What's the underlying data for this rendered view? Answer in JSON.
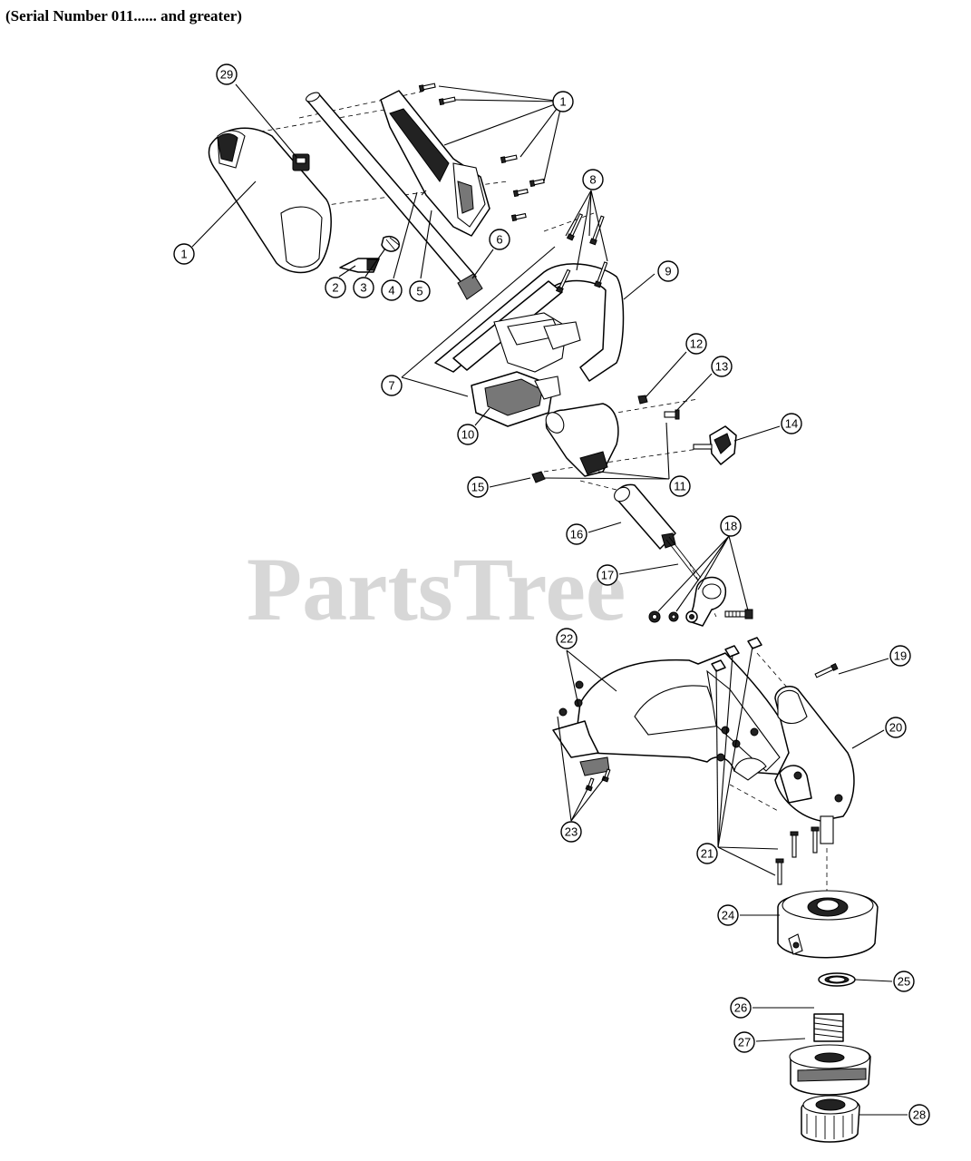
{
  "header": {
    "title": "(Serial Number 011...... and greater)"
  },
  "watermark": {
    "text": "PartsTree"
  },
  "callouts": [
    "1",
    "1",
    "2",
    "3",
    "4",
    "5",
    "6",
    "7",
    "8",
    "9",
    "10",
    "11",
    "12",
    "13",
    "14",
    "15",
    "16",
    "17",
    "18",
    "19",
    "20",
    "21",
    "22",
    "23",
    "24",
    "25",
    "26",
    "27",
    "28",
    "29"
  ]
}
